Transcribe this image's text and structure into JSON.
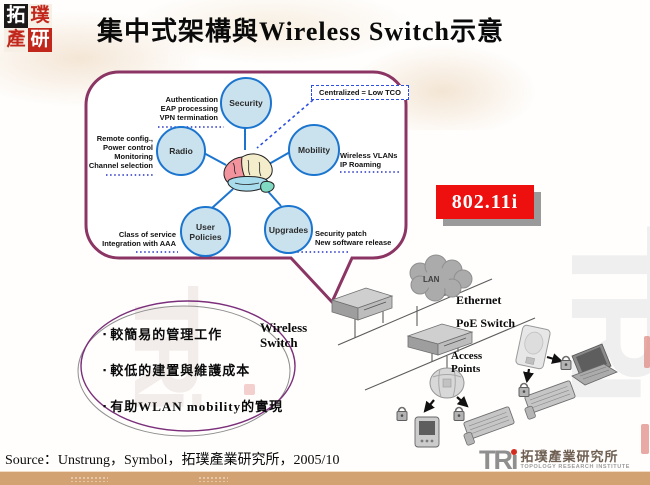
{
  "slide_title": "集中式架構與Wireless Switch示意",
  "corner_logo": {
    "tl": "拓",
    "tr": "璞",
    "bl": "產",
    "br": "研"
  },
  "hub_diagram": {
    "callout": "Centralized = Low TCO",
    "nodes": {
      "security": {
        "label": "Security",
        "note": "Authentication\nEAP processing\nVPN termination"
      },
      "radio": {
        "label": "Radio",
        "note": "Remote config.,\nPower control\nMonitoring\nChannel selection"
      },
      "mobility": {
        "label": "Mobility",
        "note": "Wireless VLANs\nIP Roaming"
      },
      "user_policies": {
        "label": "User\nPolicies",
        "note": "Class of service\nIntegration with AAA"
      },
      "upgrades": {
        "label": "Upgrades",
        "note": "Security patch\nNew software release"
      }
    }
  },
  "badge_80211i": "802.11i",
  "network_diagram": {
    "lan_label": "LAN",
    "ethernet_label": "Ethernet",
    "poe_switch_label": "PoE Switch",
    "access_points_label": "Access\nPoints",
    "wireless_switch_label": "Wireless\nSwitch"
  },
  "benefits": {
    "bullet": "▪",
    "items": [
      "較簡易的管理工作",
      "較低的建置與維護成本",
      "有助WLAN mobility的實現"
    ]
  },
  "source_line": "Source：Unstrung，Symbol，拓璞產業研究所，2005/10",
  "footer_logo": {
    "tr_part": "TR",
    "i_part": "i",
    "org_cn": "拓璞產業研究所",
    "org_en": "TOPOLOGY RESEARCH INSTITUTE"
  },
  "watermark_text": "TRi",
  "colors": {
    "bubble_border": "#8b3564",
    "node_fill": "#c9e2ee",
    "node_border": "#1b75cf",
    "callout_blue": "#2b4fe0",
    "badge_red": "#ee0f0f",
    "footer_bar": "#d2a272",
    "oval_purple": "#7b2f7b"
  }
}
